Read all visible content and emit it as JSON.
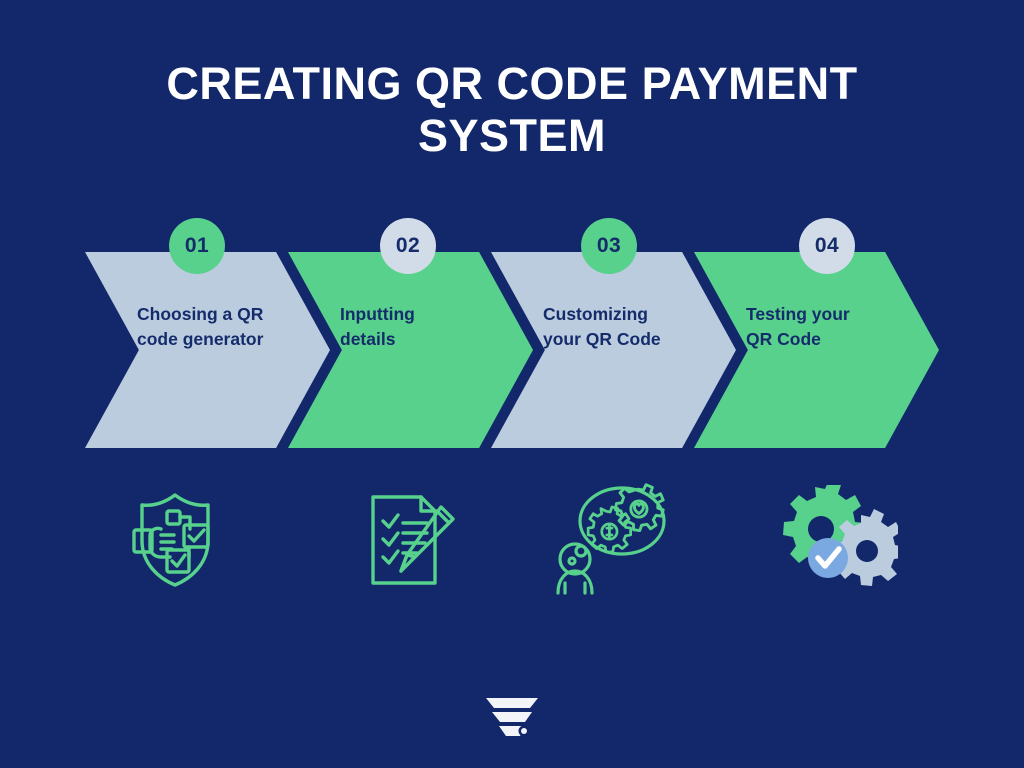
{
  "page": {
    "background_color": "#12286b",
    "title": "CREATING QR CODE PAYMENT\nSYSTEM"
  },
  "colors": {
    "navy": "#12286b",
    "navy_text": "#152c6b",
    "green": "#58d18d",
    "light_blue": "#bcccdf",
    "white": "#ffffff",
    "accent_blue": "#7aa8e0"
  },
  "steps": [
    {
      "number": "01",
      "label": "Choosing a QR\ncode generator",
      "chevron_color": "#bcccdf",
      "badge_color": "#58d18d",
      "icon": "shield-hand-checkbox-icon"
    },
    {
      "number": "02",
      "label": "Inputting\ndetails",
      "chevron_color": "#58d18d",
      "badge_color": "#d2dbe8",
      "icon": "checklist-pencil-icon"
    },
    {
      "number": "03",
      "label": "Customizing\nyour QR Code",
      "chevron_color": "#bcccdf",
      "badge_color": "#58d18d",
      "icon": "person-thought-gears-icon"
    },
    {
      "number": "04",
      "label": "Testing your\nQR Code",
      "chevron_color": "#58d18d",
      "badge_color": "#d2dbe8",
      "icon": "gears-check-icon"
    }
  ],
  "footer": {
    "logo": "funnel-bars-logo"
  }
}
